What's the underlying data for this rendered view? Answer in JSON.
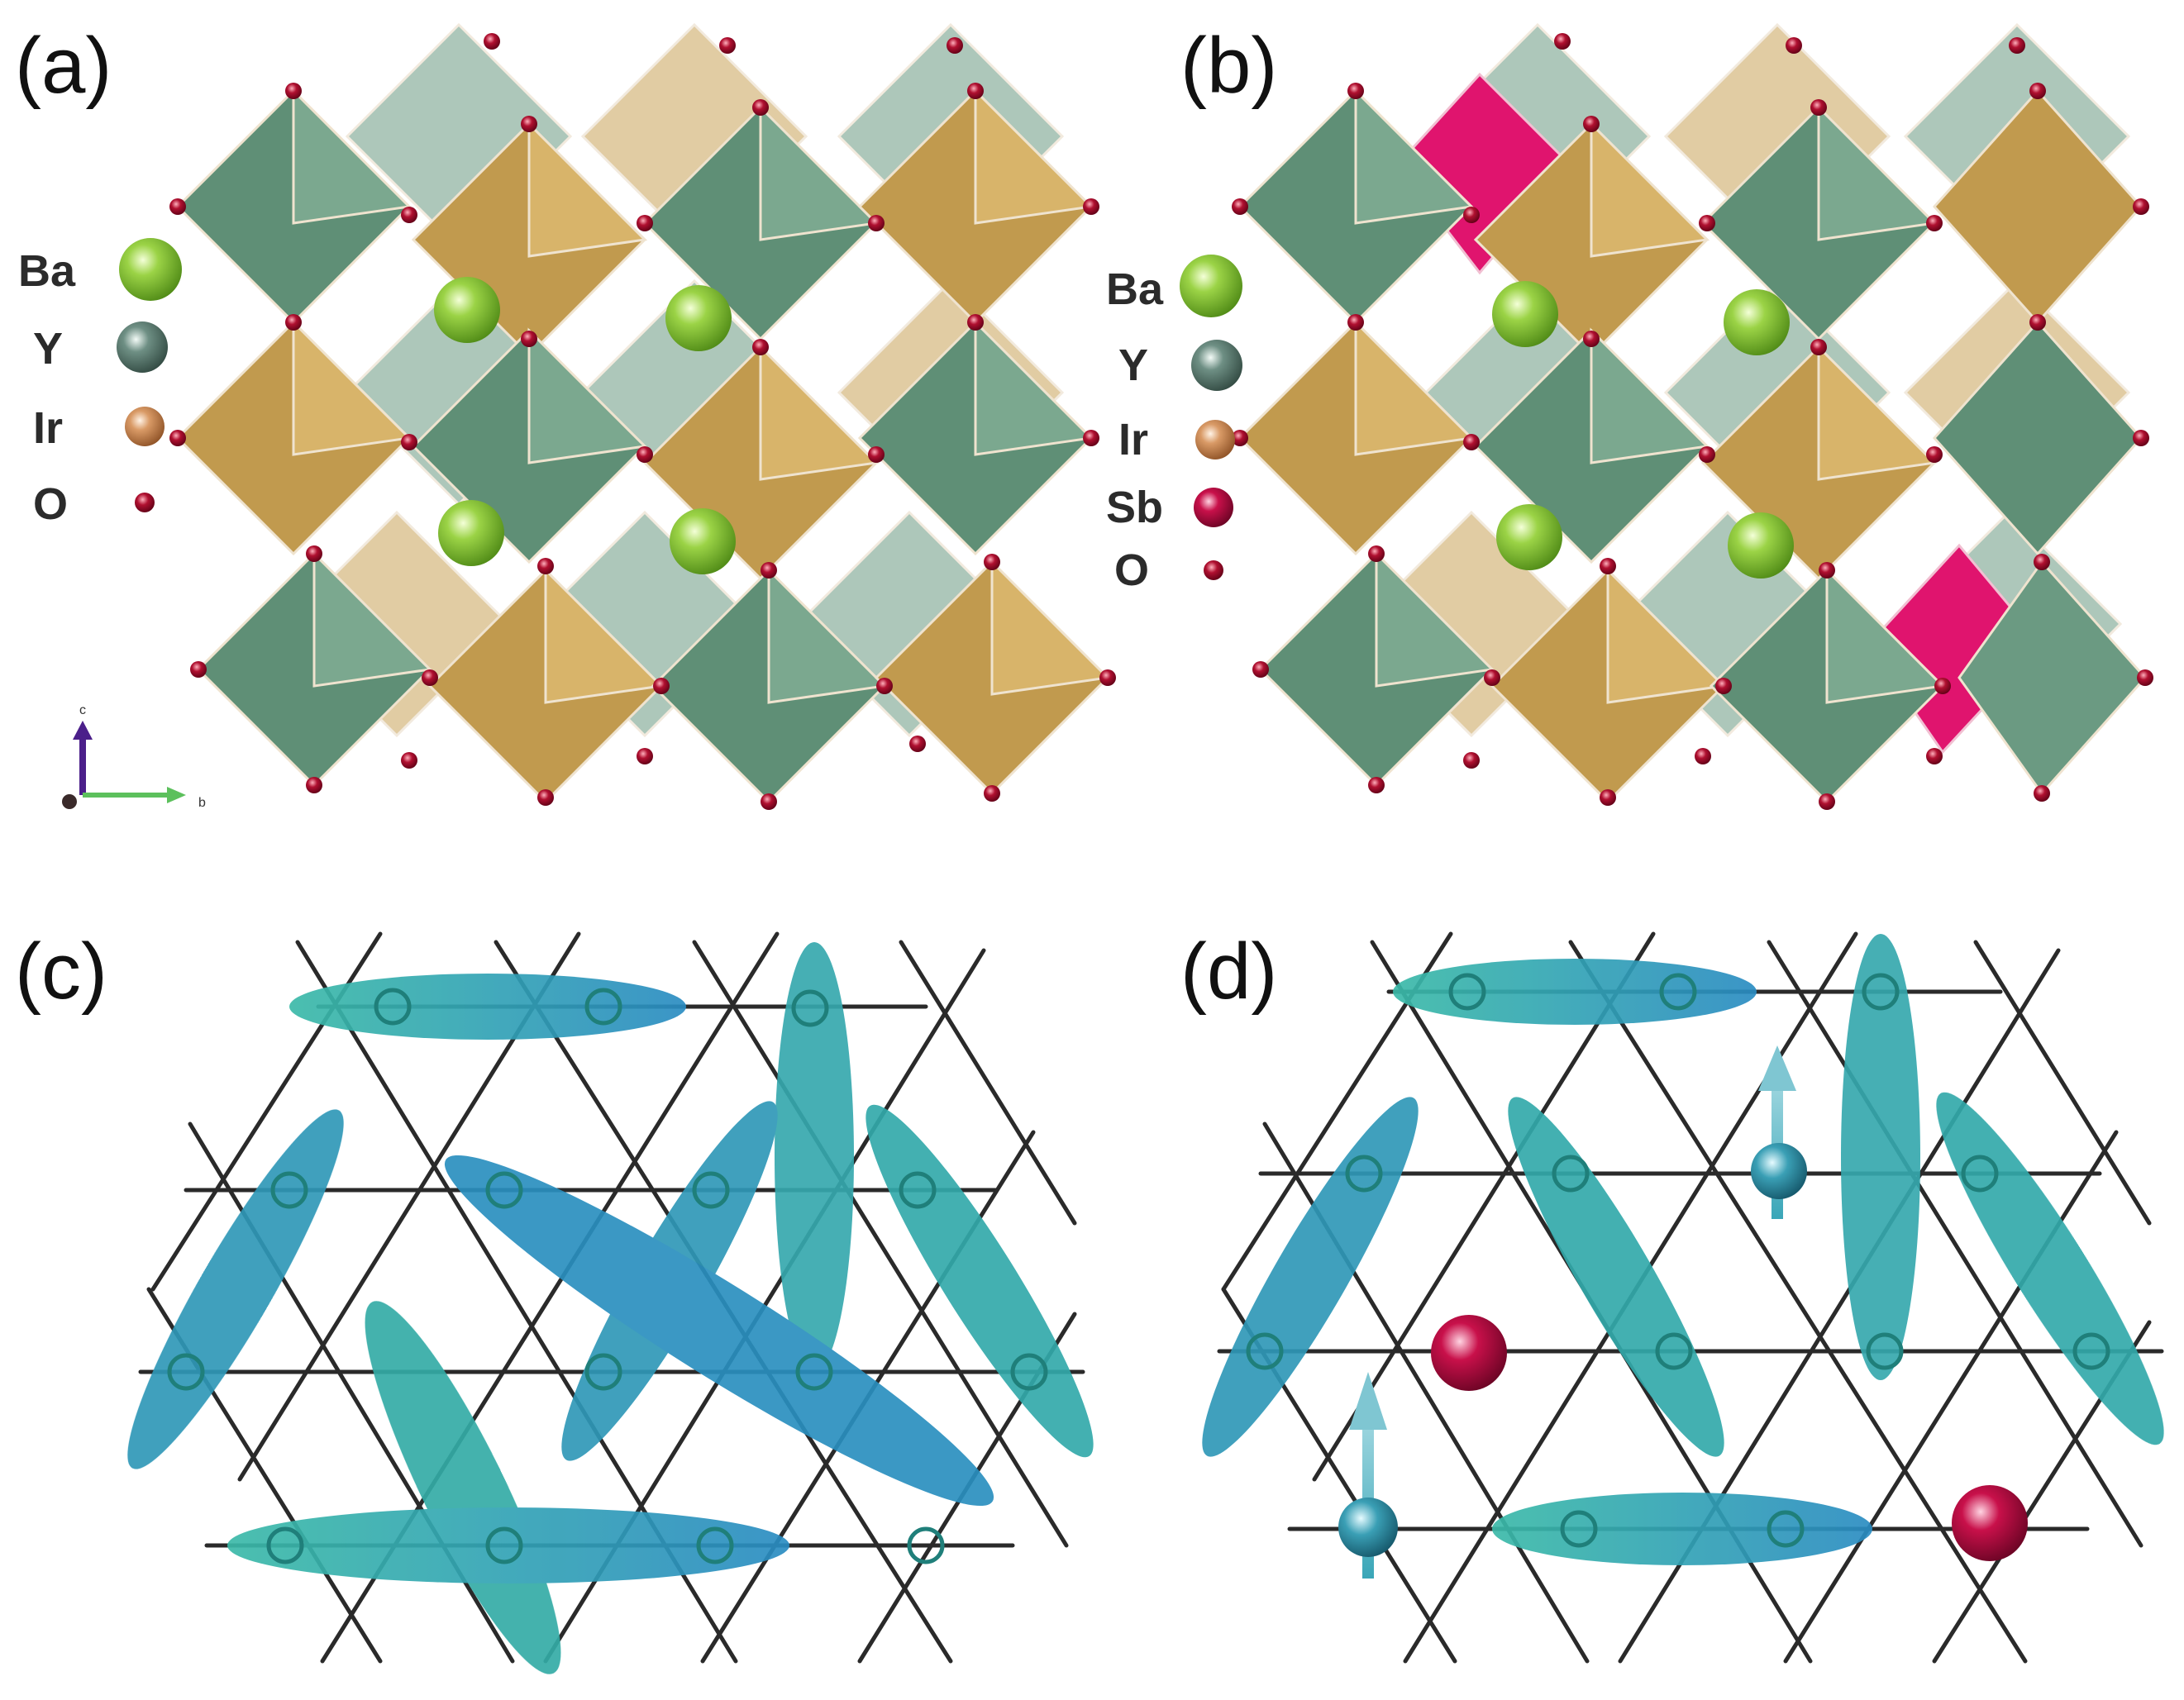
{
  "panels": {
    "a": {
      "label": "(a)",
      "legend": [
        "Ba",
        "Y",
        "Ir",
        "O"
      ]
    },
    "b": {
      "label": "(b)",
      "legend": [
        "Ba",
        "Y",
        "Ir",
        "Sb",
        "O"
      ]
    },
    "c": {
      "label": "(c)"
    },
    "d": {
      "label": "(d)"
    }
  },
  "axes": {
    "c_label": "c",
    "b_label": "b"
  },
  "colors": {
    "ba": "#8cc63f",
    "y": "#5f7f74",
    "ir": "#d49a6a",
    "sb": "#c8104a",
    "o": "#b01030",
    "y_octahedron": "#6b9a82",
    "ir_octahedron": "#c9a458",
    "sb_octahedron": "#e0146e",
    "dimer_teal": "#37b3a6",
    "dimer_blue": "#2a8fc0",
    "lattice_line": "#2a2a2a"
  }
}
